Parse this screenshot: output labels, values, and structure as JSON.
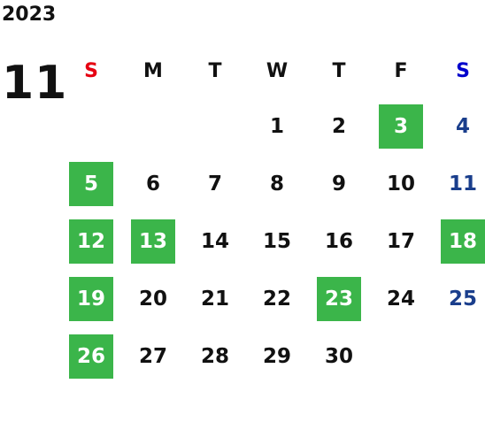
{
  "calendar": {
    "year": "2023",
    "month": "11",
    "weekdays": [
      "S",
      "M",
      "T",
      "W",
      "T",
      "F",
      "S"
    ],
    "weeks": [
      [
        null,
        null,
        null,
        1,
        2,
        3,
        4
      ],
      [
        5,
        6,
        7,
        8,
        9,
        10,
        11
      ],
      [
        12,
        13,
        14,
        15,
        16,
        17,
        18
      ],
      [
        19,
        20,
        21,
        22,
        23,
        24,
        25
      ],
      [
        26,
        27,
        28,
        29,
        30,
        null,
        null
      ]
    ],
    "highlighted_days": [
      3,
      5,
      12,
      13,
      18,
      19,
      23,
      26
    ],
    "colors": {
      "sunday_header": "#e60012",
      "saturday_header": "#0000cc",
      "saturday_day": "#1a3e8c",
      "highlight_bg": "#3bb54a",
      "highlight_text": "#ffffff",
      "text": "#111111"
    }
  }
}
